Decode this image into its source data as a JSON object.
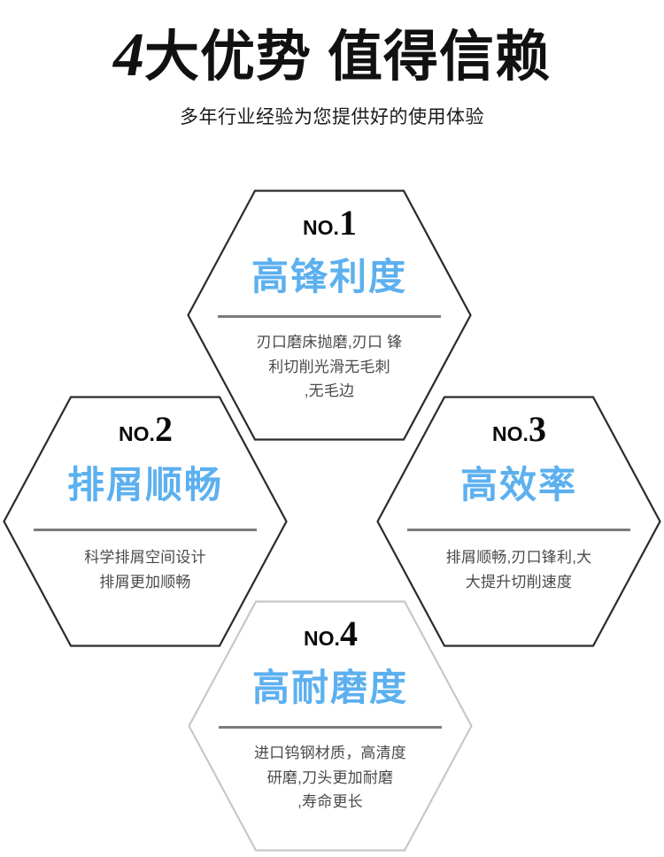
{
  "colors": {
    "accent_blue": "#5cb0ef",
    "title_black": "#111111",
    "desc_gray": "#4a4a4a",
    "rule_gray": "#7b7b7b",
    "hex_stroke_dark": "#2b2b2b",
    "hex_stroke_light": "#c8c8c8",
    "background": "#ffffff"
  },
  "header": {
    "title_number": "4",
    "title_part1": "大优势",
    "title_part2": "值得信赖",
    "subtitle": "多年行业经验为您提供好的使用体验"
  },
  "hexagons": [
    {
      "no_word": "NO.",
      "no_digit": "1",
      "headline": "高锋利度",
      "description": "刃口磨床抛磨,刃口 锋\n利切削光滑无毛刺\n,无毛边",
      "stroke": "#2b2b2b"
    },
    {
      "no_word": "NO.",
      "no_digit": "2",
      "headline": "排屑顺畅",
      "description": "科学排屑空间设计\n排屑更加顺畅",
      "stroke": "#2b2b2b"
    },
    {
      "no_word": "NO.",
      "no_digit": "3",
      "headline": "高效率",
      "description": "排屑顺畅,刃口锋利,大\n大提升切削速度",
      "stroke": "#2b2b2b"
    },
    {
      "no_word": "NO.",
      "no_digit": "4",
      "headline": "高耐磨度",
      "description": "进口钨钢材质，高清度\n研磨,刀头更加耐磨\n,寿命更长",
      "stroke": "#c8c8c8"
    }
  ]
}
